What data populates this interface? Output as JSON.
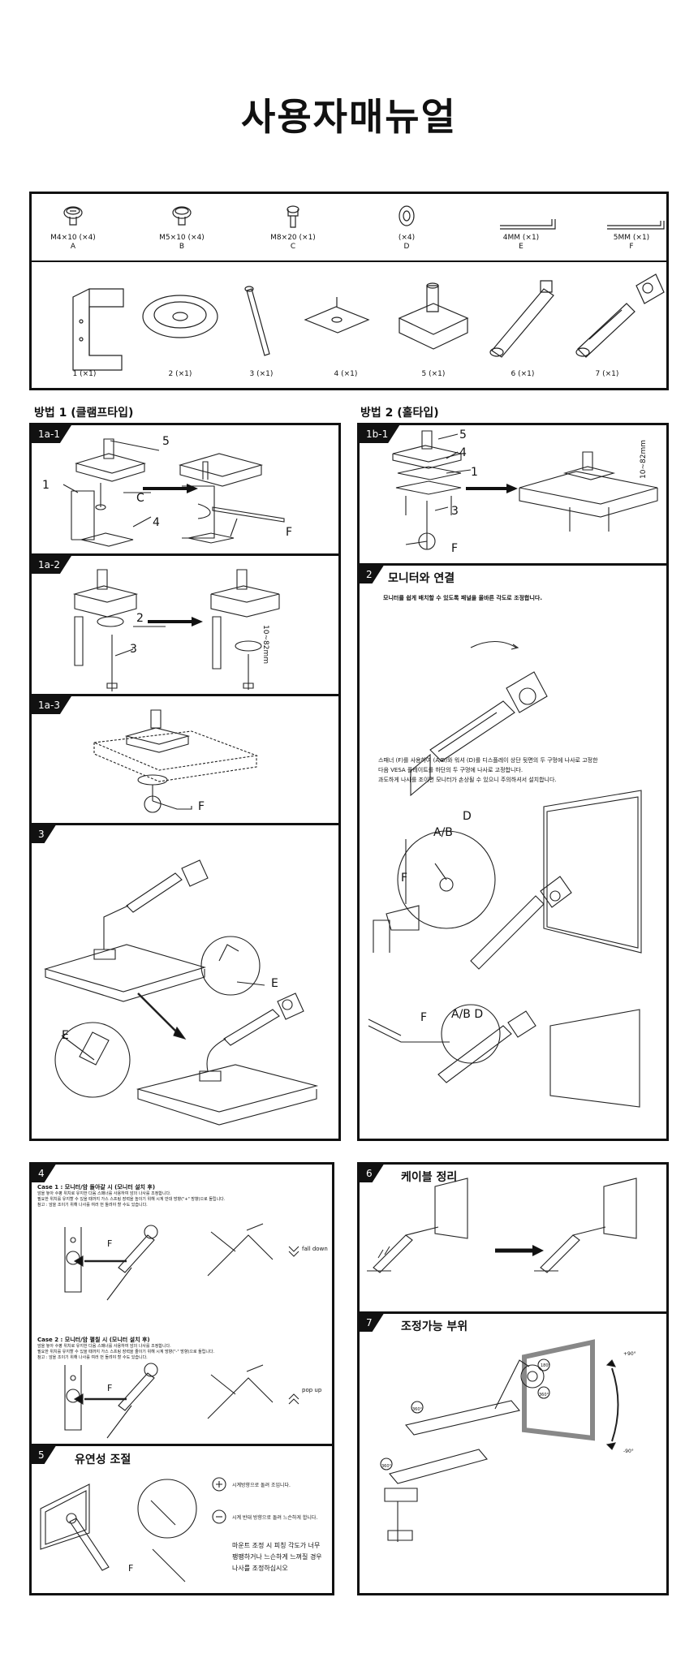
{
  "title": "사용자매뉴얼",
  "parts_top": [
    {
      "spec": "M4×10 (×4)",
      "letter": "A"
    },
    {
      "spec": "M5×10 (×4)",
      "letter": "B"
    },
    {
      "spec": "M8×20 (×1)",
      "letter": "C"
    },
    {
      "spec": "(×4)",
      "letter": "D"
    },
    {
      "spec": "4MM (×1)",
      "letter": "E"
    },
    {
      "spec": "5MM (×1)",
      "letter": "F"
    }
  ],
  "parts_bottom": [
    "1 (×1)",
    "2 (×1)",
    "3 (×1)",
    "4 (×1)",
    "5 (×1)",
    "6 (×1)",
    "7 (×1)"
  ],
  "method1": "방법 1 (클램프타입)",
  "method2": "방법 2 (홀타입)",
  "steps": {
    "s1a1": "1a-1",
    "s1a2": "1a-2",
    "s1a3": "1a-3",
    "s3": "3",
    "s1b1": "1b-1",
    "s2": "2",
    "s4": "4",
    "s5": "5",
    "s6": "6",
    "s7": "7"
  },
  "callouts": {
    "n1": "1",
    "n2": "2",
    "n3": "3",
    "n4": "4",
    "n5": "5",
    "C": "C",
    "E": "E",
    "F": "F",
    "D": "D",
    "AB": "A/B",
    "ABD": "A/B D",
    "clamp_range": "10~82mm"
  },
  "sec2": {
    "title": "모니터와 연결",
    "line1": "모니터를 쉽게 배치할 수 있도록 패널을 올바른 각도로 조정합니다.",
    "para": [
      "스패너 (F)를 사용하여 (A/B)와 워셔 (D)를 디스플레이 상단 뒷면의 두 구멍에 나사로 고정한",
      "다음 VESA 플레이트를 하단의 두 구멍에 나사로 고정합니다.",
      "과도하게 나사를 조이면 모니터가 손상될 수 있으니 주의하셔서 설치합니다."
    ]
  },
  "sec4": {
    "case1_title": "Case 1 : 모니터/암 돌아갈 시 (모니터 설치 후)",
    "case1_lines": [
      "암을 놓아 수평 위치로 유지한 다음 스패너를 사용하여 암의 나사를 조정합니다.",
      "필요한 위치를 유지할 수 있을 때까지 가스 스프링 장력을 높이기 위해 시계 반대 방향(\"+\" 방향)으로 돌립니다.",
      "참고 : 암을 조이기 위해 나사를 여러 번 돌려야 할 수도 있습니다."
    ],
    "fall_down": "fall down",
    "case2_title": "Case 2 : 모니터/암 펼칠 시 (모니터 설치 후)",
    "case2_lines": [
      "암을 놓아 수평 위치로 유지한 다음 스패너를 사용하여 암의 나사를 조정합니다.",
      "필요한 위치를 유지할 수 있을 때까지 가스 스프링 장력을 줄이기 위해 시계 방향(\"-\" 방향)으로 돌립니다.",
      "참고 : 암을 조이기 위해 나사를 여러 번 돌려야 할 수도 있습니다."
    ],
    "pop_up": "pop up"
  },
  "sec5": {
    "title": "유연성 조절",
    "plus": "시계방향으로 돌려 조입니다.",
    "minus": "시계 반대 방향으로 돌려 느슨하게 합니다.",
    "note": [
      "마운트 조정 시 피칭 각도가 너무",
      "팽팽하거나 느슨하게 느껴질 경우",
      "나사를 조정하십시오"
    ]
  },
  "sec6": {
    "title": "케이블 정리"
  },
  "sec7": {
    "title": "조정가능 부위",
    "a1": "180°",
    "a2": "360°",
    "a3": "360°",
    "a4": "360°",
    "up": "+90°",
    "down": "-90°"
  }
}
